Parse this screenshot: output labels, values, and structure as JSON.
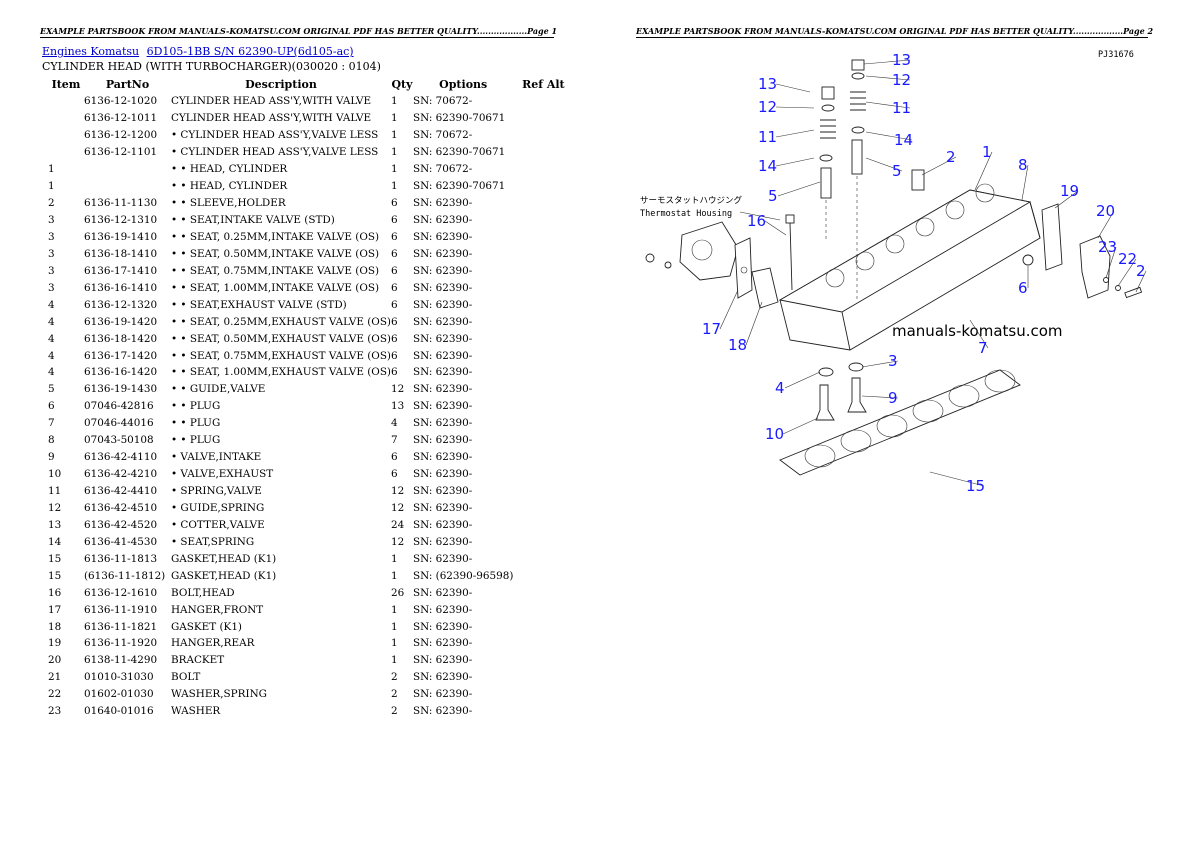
{
  "header": {
    "left": "EXAMPLE PARTSBOOK FROM MANUALS-KOMATSU.COM ORIGINAL PDF HAS BETTER QUALITY..................Page 1",
    "right": "EXAMPLE PARTSBOOK FROM MANUALS-KOMATSU.COM ORIGINAL PDF HAS BETTER QUALITY..................Page 2"
  },
  "breadcrumb": {
    "link1": "Engines Komatsu",
    "link2": "6D105-1BB S/N 62390-UP(6d105-ac)"
  },
  "subtitle": "CYLINDER HEAD (WITH TURBOCHARGER)(030020 : 0104)",
  "table": {
    "headers": [
      "Item",
      "PartNo",
      "Description",
      "Qty",
      "Options",
      "Ref Alt"
    ],
    "rows": [
      {
        "item": "",
        "part": "6136-12-1020",
        "desc": "CYLINDER HEAD ASS'Y,WITH VALVE",
        "qty": "1",
        "opt": "SN: 70672-"
      },
      {
        "item": "",
        "part": "6136-12-1011",
        "desc": "CYLINDER HEAD ASS'Y,WITH VALVE",
        "qty": "1",
        "opt": "SN: 62390-70671"
      },
      {
        "item": "",
        "part": "6136-12-1200",
        "desc": "• CYLINDER HEAD ASS'Y,VALVE LESS",
        "qty": "1",
        "opt": "SN: 70672-"
      },
      {
        "item": "",
        "part": "6136-12-1101",
        "desc": "• CYLINDER HEAD ASS'Y,VALVE LESS",
        "qty": "1",
        "opt": "SN: 62390-70671"
      },
      {
        "item": "1",
        "part": "",
        "desc": "• • HEAD, CYLINDER",
        "qty": "1",
        "opt": "SN: 70672-"
      },
      {
        "item": "1",
        "part": "",
        "desc": "• • HEAD, CYLINDER",
        "qty": "1",
        "opt": "SN: 62390-70671"
      },
      {
        "item": "2",
        "part": "6136-11-1130",
        "desc": "• • SLEEVE,HOLDER",
        "qty": "6",
        "opt": "SN: 62390-"
      },
      {
        "item": "3",
        "part": "6136-12-1310",
        "desc": "• • SEAT,INTAKE VALVE (STD)",
        "qty": "6",
        "opt": "SN: 62390-"
      },
      {
        "item": "3",
        "part": "6136-19-1410",
        "desc": "• • SEAT, 0.25MM,INTAKE VALVE (OS)",
        "qty": "6",
        "opt": "SN: 62390-"
      },
      {
        "item": "3",
        "part": "6136-18-1410",
        "desc": "• • SEAT, 0.50MM,INTAKE VALVE (OS)",
        "qty": "6",
        "opt": "SN: 62390-"
      },
      {
        "item": "3",
        "part": "6136-17-1410",
        "desc": "• • SEAT, 0.75MM,INTAKE VALVE (OS)",
        "qty": "6",
        "opt": "SN: 62390-"
      },
      {
        "item": "3",
        "part": "6136-16-1410",
        "desc": "• • SEAT, 1.00MM,INTAKE VALVE (OS)",
        "qty": "6",
        "opt": "SN: 62390-"
      },
      {
        "item": "4",
        "part": "6136-12-1320",
        "desc": "• • SEAT,EXHAUST VALVE (STD)",
        "qty": "6",
        "opt": "SN: 62390-"
      },
      {
        "item": "4",
        "part": "6136-19-1420",
        "desc": "• • SEAT, 0.25MM,EXHAUST VALVE (OS)",
        "qty": "6",
        "opt": "SN: 62390-"
      },
      {
        "item": "4",
        "part": "6136-18-1420",
        "desc": "• • SEAT, 0.50MM,EXHAUST VALVE (OS)",
        "qty": "6",
        "opt": "SN: 62390-"
      },
      {
        "item": "4",
        "part": "6136-17-1420",
        "desc": "• • SEAT, 0.75MM,EXHAUST VALVE (OS)",
        "qty": "6",
        "opt": "SN: 62390-"
      },
      {
        "item": "4",
        "part": "6136-16-1420",
        "desc": "• • SEAT, 1.00MM,EXHAUST VALVE (OS)",
        "qty": "6",
        "opt": "SN: 62390-"
      },
      {
        "item": "5",
        "part": "6136-19-1430",
        "desc": "• • GUIDE,VALVE",
        "qty": "12",
        "opt": "SN: 62390-"
      },
      {
        "item": "6",
        "part": "07046-42816",
        "desc": "• • PLUG",
        "qty": "13",
        "opt": "SN: 62390-"
      },
      {
        "item": "7",
        "part": "07046-44016",
        "desc": "• • PLUG",
        "qty": "4",
        "opt": "SN: 62390-"
      },
      {
        "item": "8",
        "part": "07043-50108",
        "desc": "• • PLUG",
        "qty": "7",
        "opt": "SN: 62390-"
      },
      {
        "item": "9",
        "part": "6136-42-4110",
        "desc": "• VALVE,INTAKE",
        "qty": "6",
        "opt": "SN: 62390-"
      },
      {
        "item": "10",
        "part": "6136-42-4210",
        "desc": "• VALVE,EXHAUST",
        "qty": "6",
        "opt": "SN: 62390-"
      },
      {
        "item": "11",
        "part": "6136-42-4410",
        "desc": "• SPRING,VALVE",
        "qty": "12",
        "opt": "SN: 62390-"
      },
      {
        "item": "12",
        "part": "6136-42-4510",
        "desc": "• GUIDE,SPRING",
        "qty": "12",
        "opt": "SN: 62390-"
      },
      {
        "item": "13",
        "part": "6136-42-4520",
        "desc": "• COTTER,VALVE",
        "qty": "24",
        "opt": "SN: 62390-"
      },
      {
        "item": "14",
        "part": "6136-41-4530",
        "desc": "• SEAT,SPRING",
        "qty": "12",
        "opt": "SN: 62390-"
      },
      {
        "item": "15",
        "part": "6136-11-1813",
        "desc": "GASKET,HEAD (K1)",
        "qty": "1",
        "opt": "SN: 62390-"
      },
      {
        "item": "15",
        "part": "(6136-11-1812)",
        "desc": "GASKET,HEAD (K1)",
        "qty": "1",
        "opt": "SN: (62390-96598)"
      },
      {
        "item": "16",
        "part": "6136-12-1610",
        "desc": "BOLT,HEAD",
        "qty": "26",
        "opt": "SN: 62390-"
      },
      {
        "item": "17",
        "part": "6136-11-1910",
        "desc": "HANGER,FRONT",
        "qty": "1",
        "opt": "SN: 62390-"
      },
      {
        "item": "18",
        "part": "6136-11-1821",
        "desc": "GASKET (K1)",
        "qty": "1",
        "opt": "SN: 62390-"
      },
      {
        "item": "19",
        "part": "6136-11-1920",
        "desc": "HANGER,REAR",
        "qty": "1",
        "opt": "SN: 62390-"
      },
      {
        "item": "20",
        "part": "6138-11-4290",
        "desc": "BRACKET",
        "qty": "1",
        "opt": "SN: 62390-"
      },
      {
        "item": "21",
        "part": "01010-31030",
        "desc": "BOLT",
        "qty": "2",
        "opt": "SN: 62390-"
      },
      {
        "item": "22",
        "part": "01602-01030",
        "desc": "WASHER,SPRING",
        "qty": "2",
        "opt": "SN: 62390-"
      },
      {
        "item": "23",
        "part": "01640-01016",
        "desc": "WASHER",
        "qty": "2",
        "opt": "SN: 62390-"
      }
    ]
  },
  "diagram": {
    "code": "PJ31676",
    "japanese_label": "サーモスタットハウジング",
    "english_label": "Thermostat Housing",
    "watermark": "manuals-komatsu.com",
    "callout_color": "#1a1aff"
  }
}
